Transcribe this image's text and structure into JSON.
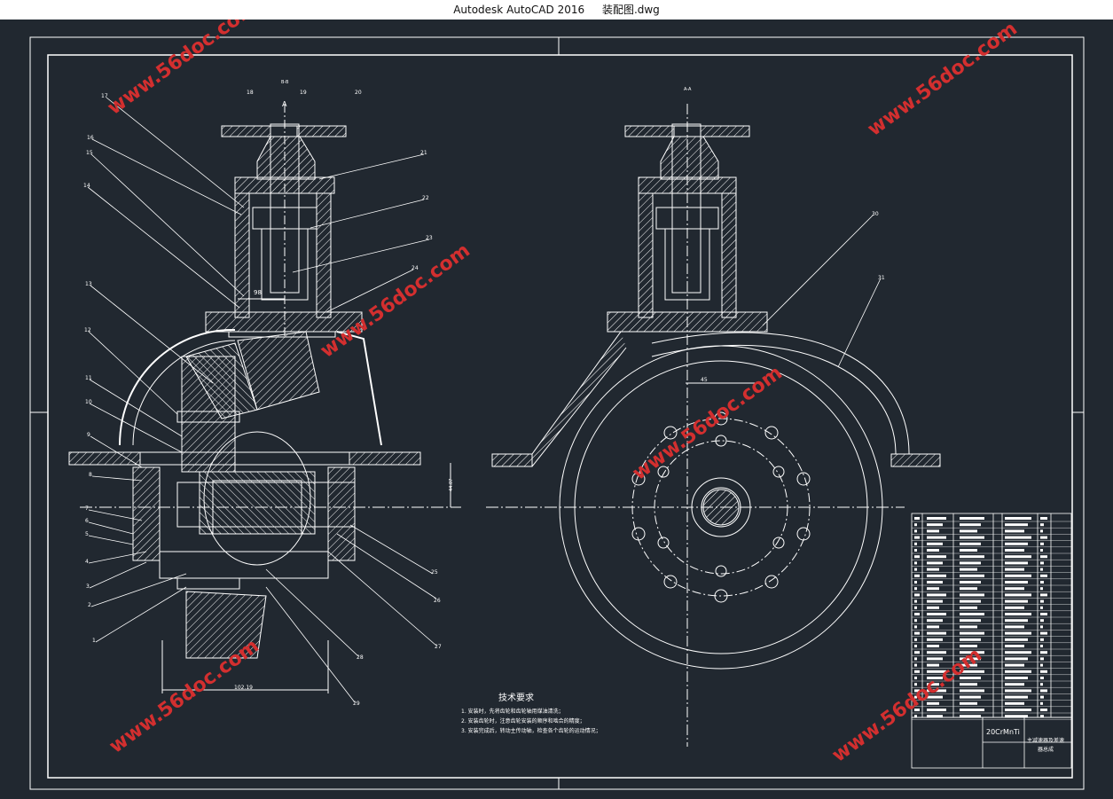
{
  "window": {
    "app_title": "Autodesk AutoCAD 2016",
    "file_name": "装配图.dwg"
  },
  "drawing": {
    "view_left_label": "B-B",
    "view_right_label": "A-A",
    "section_mark": "A",
    "dim_98": "98",
    "dim_102": "102.19",
    "dim_45": "45",
    "dim_48": "44.07",
    "tech_title": "技术要求",
    "tech_lines": [
      "1. 安装时，先将齿轮和齿轮轴用煤油清洗；",
      "2. 安装齿轮时，注意齿轮安装的顺序和啮合的精度；",
      "3. 安装完成后，转动主传动轴，检查各个齿轮的运动情况；"
    ],
    "material": "20CrMnTi",
    "drawing_title_line1": "主减速器及差速",
    "drawing_title_line2": "器总成",
    "watermark": "www.56doc.com",
    "left_callouts": [
      "17",
      "16",
      "15",
      "14",
      "13",
      "12",
      "11",
      "10",
      "9",
      "8",
      "7",
      "6",
      "5",
      "4",
      "3",
      "2",
      "1"
    ],
    "right_callouts": [
      "21",
      "22",
      "23",
      "24",
      "25",
      "26",
      "27",
      "28",
      "29"
    ],
    "top_callouts": [
      "18",
      "19",
      "20"
    ],
    "right_view_callouts": [
      "30",
      "31"
    ]
  },
  "colors": {
    "background": "#212830",
    "lines": "#ffffff",
    "watermark": "#d32f2f"
  }
}
